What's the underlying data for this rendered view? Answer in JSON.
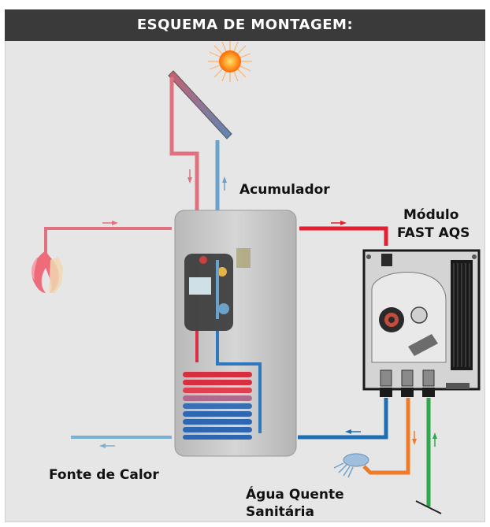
{
  "header": {
    "title": "ESQUEMA DE MONTAGEM:"
  },
  "labels": {
    "acumulador": "Acumulador",
    "modulo_line1": "Módulo",
    "modulo_line2": "FAST AQS",
    "fonte_calor": "Fonte de Calor",
    "agua_line1": "Água Quente",
    "agua_line2": "Sanitária"
  },
  "colors": {
    "hot_pipe": "#e07280",
    "cold_pipe": "#6aa2cc",
    "hot_supply": "#e32030",
    "return_pipe": "#1e6eb4",
    "dhw_pipe": "#f07a26",
    "cold_water": "#2ea84a",
    "header_bg": "#3a3a3a"
  },
  "icons": [
    "sun-icon",
    "solar-panel-icon",
    "flame-icon",
    "shower-icon",
    "tank-icon",
    "module-icon"
  ]
}
